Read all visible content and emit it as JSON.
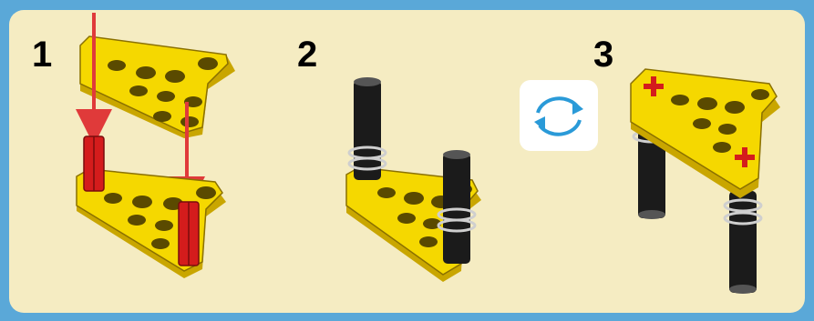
{
  "steps": [
    {
      "number": "1"
    },
    {
      "number": "2"
    },
    {
      "number": "3"
    }
  ],
  "colors": {
    "frame": "#5aa8d8",
    "panel": "#f5ecc2",
    "beam": "#f5d800",
    "beam_shadow": "#c9a600",
    "axle": "#d41c1c",
    "pin": "#1b1b1b",
    "arrow": "#e03a3a",
    "rotate_icon": "#2a9ad8"
  },
  "icons": {
    "rotate": "rotate-arrows-icon"
  }
}
